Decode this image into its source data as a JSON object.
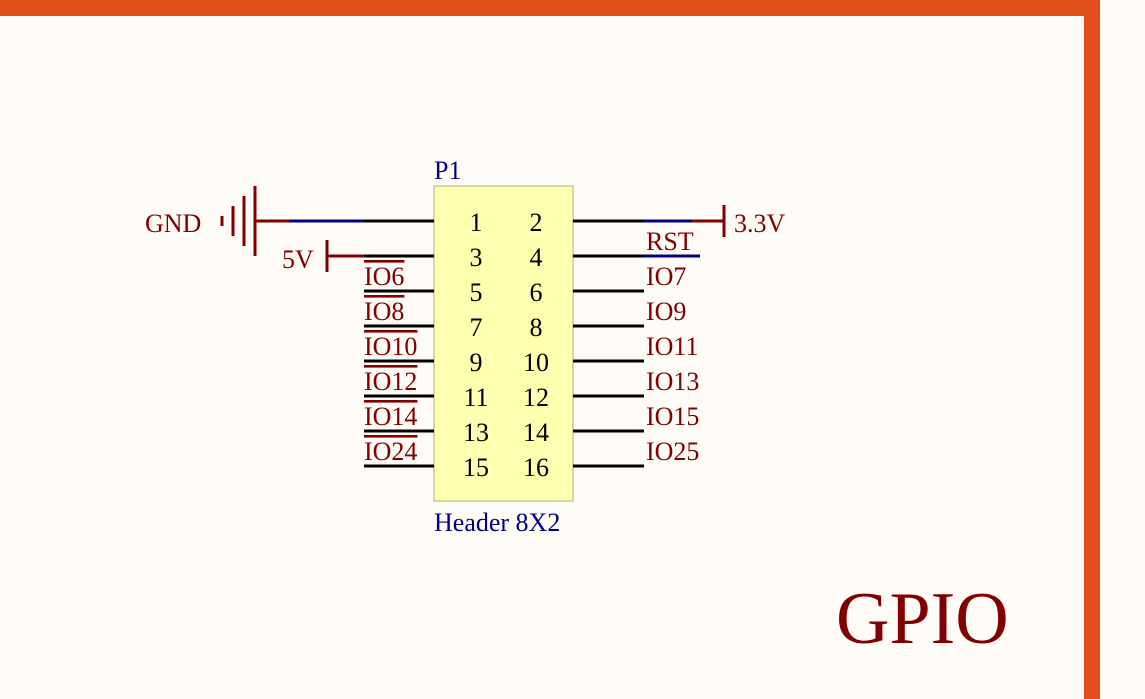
{
  "sheet": {
    "title": "GPIO",
    "border_color": "#e04e1a",
    "background_color": "#fffcf7"
  },
  "component": {
    "designator": "P1",
    "comment": "Header 8X2",
    "body_color": "#ffffb0",
    "pins_left": [
      "1",
      "3",
      "5",
      "7",
      "9",
      "11",
      "13",
      "15"
    ],
    "pins_right": [
      "2",
      "4",
      "6",
      "8",
      "10",
      "12",
      "14",
      "16"
    ]
  },
  "power_ports": {
    "gnd": "GND",
    "v5": "5V",
    "v33": "3.3V"
  },
  "nets_left": [
    "IO6",
    "IO8",
    "IO10",
    "IO12",
    "IO14",
    "IO24"
  ],
  "nets_right": [
    "RST",
    "IO7",
    "IO9",
    "IO11",
    "IO13",
    "IO15",
    "IO25"
  ],
  "colors": {
    "net": "#800000",
    "designator": "#000080",
    "wire": "#000080",
    "pin": "#000000"
  }
}
